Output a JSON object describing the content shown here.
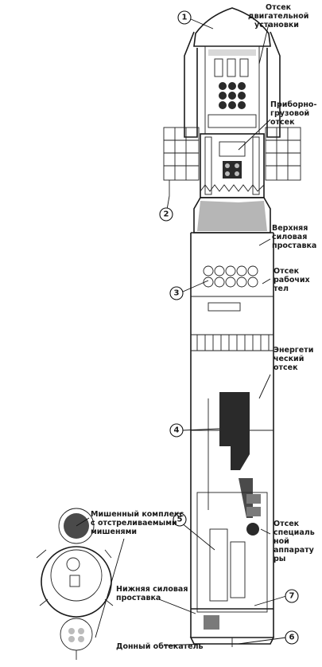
{
  "labels": {
    "propulsion_bay": [
      "Отсек",
      "двигательной",
      "установки"
    ],
    "instrument_cargo_bay": [
      "Приборно-",
      "грузовой",
      "отсек"
    ],
    "upper_power_adapter": [
      "Верхняя",
      "силовая",
      "проставка"
    ],
    "working_fluid_bay": [
      "Отсек",
      "рабочих",
      "тел"
    ],
    "energy_bay": [
      "Энергети",
      "ческий",
      "отсек"
    ],
    "target_complex": [
      "Мишенный комплекс",
      "с отстреливаемыми",
      "мишенями"
    ],
    "special_equipment_bay": [
      "Отсек",
      "специаль",
      "ной",
      "аппарату",
      "ры"
    ],
    "lower_power_adapter": [
      "Нижняя силовая",
      "проставка"
    ],
    "bottom_fairing": [
      "Донный обтекатель"
    ]
  },
  "callouts": [
    "1",
    "2",
    "3",
    "4",
    "5",
    "6",
    "7"
  ]
}
